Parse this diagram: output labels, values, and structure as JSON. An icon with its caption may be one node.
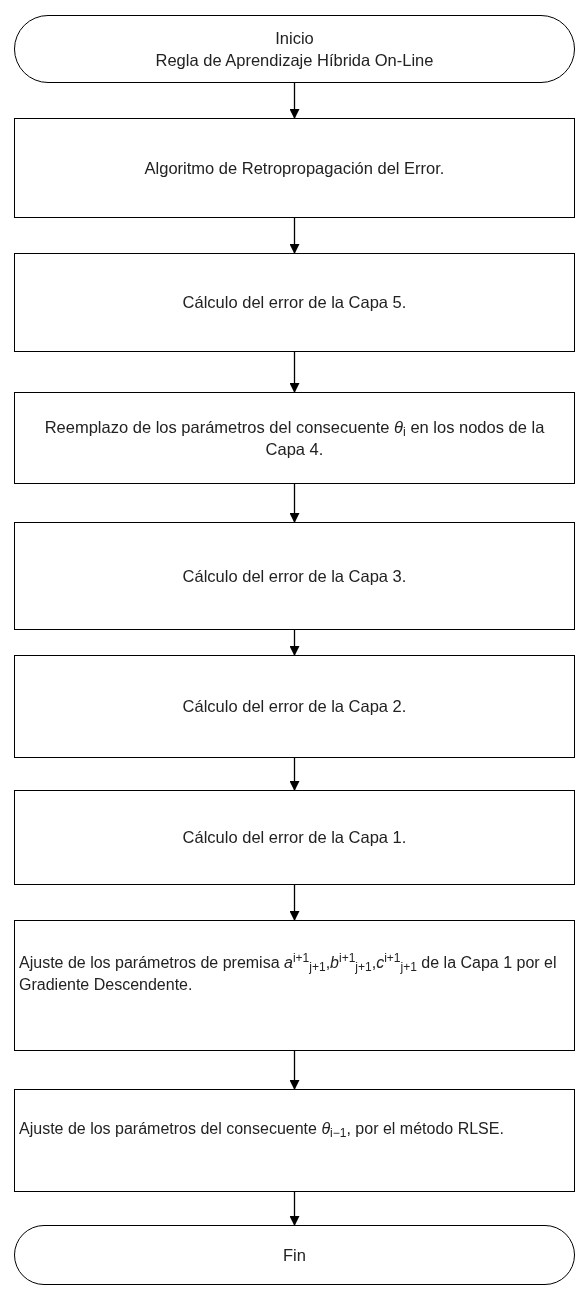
{
  "diagram": {
    "nodes": [
      {
        "text": [
          "Inicio",
          "Regla de Aprendizaje Híbrida On-Line"
        ]
      },
      {
        "text": [
          "Algoritmo de Retropropagación del Error."
        ]
      },
      {
        "text": [
          "Cálculo del error de la Capa 5."
        ]
      },
      {
        "text": [
          "Reemplazo de los parámetros del consecuente *θ*$_{i}$ en los nodos de la Capa 4."
        ]
      },
      {
        "text": [
          "Cálculo del error de la Capa 3."
        ]
      },
      {
        "text": [
          "Cálculo del error de la Capa 2."
        ]
      },
      {
        "text": [
          "Cálculo del error de la Capa 1."
        ]
      },
      {
        "text": [
          "Ajuste de los parámetros de premisa *a*$^{i+1}$$_{j+1}$,*b*$^{i+1}$$_{j+1}$,*c*$^{i+1}$$_{j+1}$ de la Capa 1 por el Gradiente Descendente."
        ]
      },
      {
        "text": [
          "Ajuste de los parámetros del consecuente *θ*$_{i−1}$, por el método RLSE."
        ]
      },
      {
        "text": [
          "Fin"
        ]
      }
    ],
    "edges": [
      {
        "from": 0,
        "to": 1,
        "arrow": "to"
      },
      {
        "from": 1,
        "to": 2,
        "arrow": "to"
      },
      {
        "from": 2,
        "to": 3,
        "arrow": "to"
      },
      {
        "from": 3,
        "to": 4,
        "arrow": "to"
      },
      {
        "from": 4,
        "to": 5,
        "arrow": "to"
      },
      {
        "from": 5,
        "to": 6,
        "arrow": "to"
      },
      {
        "from": 6,
        "to": 7,
        "arrow": "to"
      },
      {
        "from": 7,
        "to": 8,
        "arrow": "to"
      },
      {
        "from": 8,
        "to": 9,
        "arrow": "to"
      }
    ]
  }
}
